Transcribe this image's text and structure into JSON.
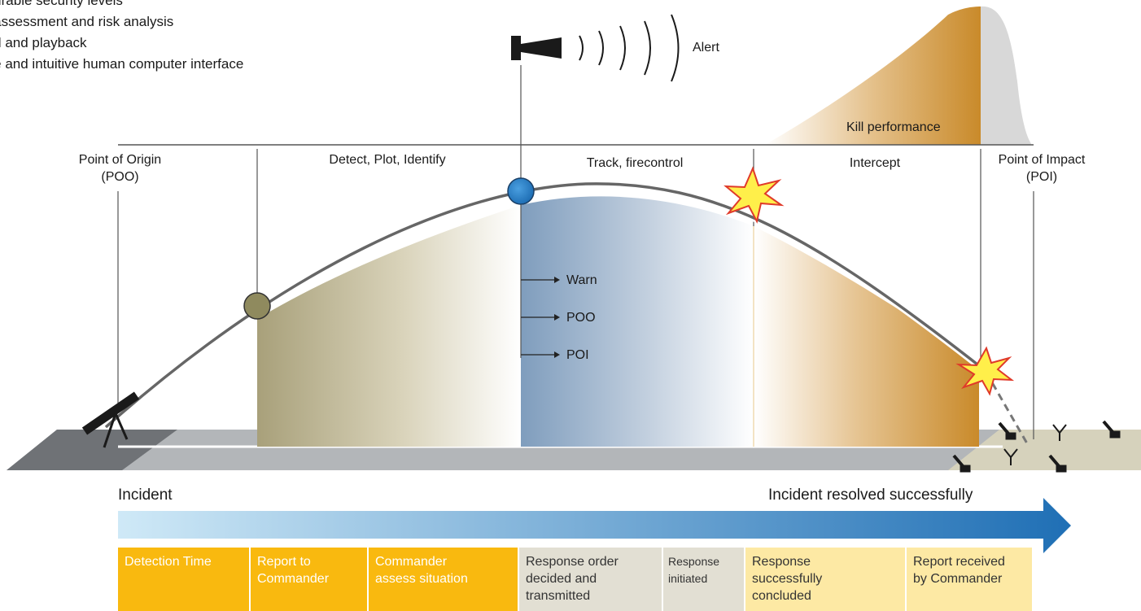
{
  "bullets": [
    "...urable security levels",
    "...assessment and risk analysis",
    "...d and playback",
    "...e and intuitive human computer interface"
  ],
  "labels": {
    "alert": "Alert",
    "kill_performance": "Kill performance",
    "poo": "Point of Origin\n(POO)",
    "detect": "Detect, Plot, Identify",
    "track": "Track, firecontrol",
    "intercept": "Intercept",
    "poi": "Point of Impact\n(POI)",
    "warn": "Warn",
    "poo_short": "POO",
    "poi_short": "POI"
  },
  "timeline": {
    "start": "Incident",
    "end": "Incident resolved successfully"
  },
  "steps": [
    {
      "label": "Detection Time",
      "style": "orange"
    },
    {
      "label": "Report to\nCommander",
      "style": "orange"
    },
    {
      "label": "Commander\nassess situation",
      "style": "orange"
    },
    {
      "label": "Response order\ndecided and\ntransmitted",
      "style": "grey"
    },
    {
      "label": "Response\ninitiated",
      "style": "grey"
    },
    {
      "label": "Response\nsuccessfully\nconcluded",
      "style": "light"
    },
    {
      "label": "Report received\nby Commander",
      "style": "light"
    }
  ],
  "colors": {
    "olive": "#a8a07a",
    "blue": "#7f9dbd",
    "gold": "#c98a2a",
    "trajectory": "#666666",
    "arrow_blue": "#1f6fb5",
    "arrow_light": "#cfe9f7",
    "orange_step": "#f9b90f",
    "grey_step": "#e2dfd3",
    "light_step": "#fde9a4"
  }
}
